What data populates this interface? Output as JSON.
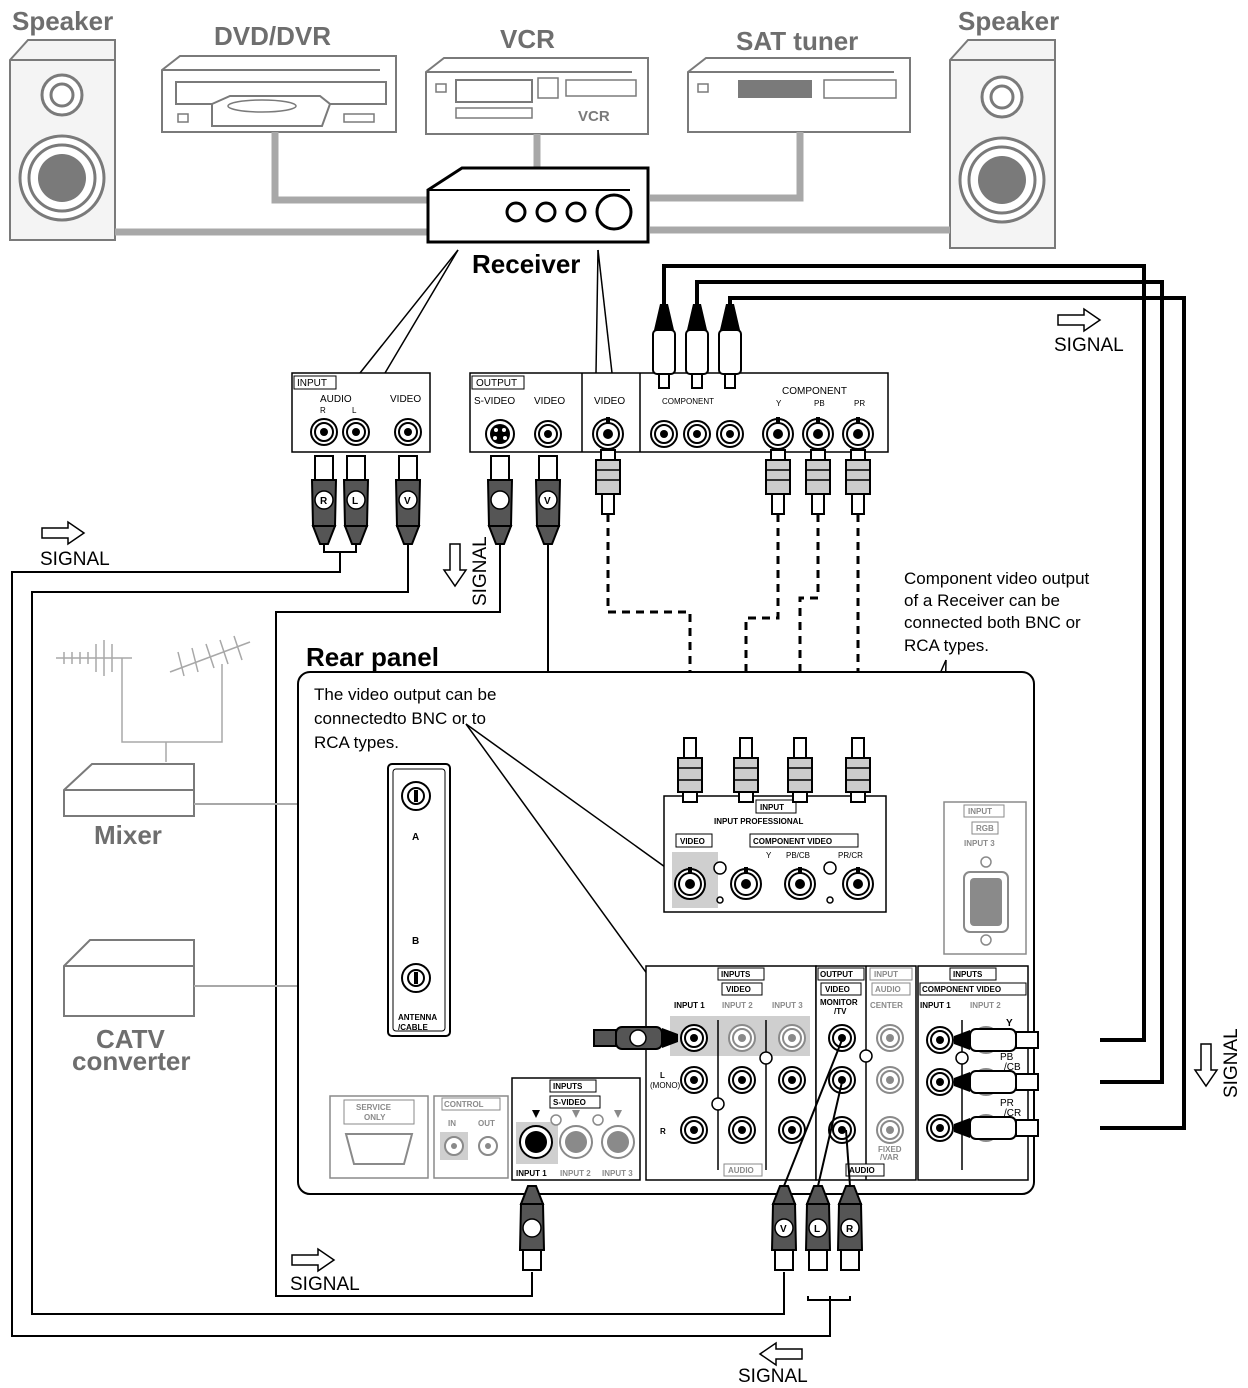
{
  "devices": {
    "speaker_left": "Speaker",
    "dvd": "DVD/DVR",
    "vcr": "VCR",
    "vcr_face": "VCR",
    "sat": "SAT tuner",
    "speaker_right": "Speaker",
    "receiver": "Receiver",
    "mixer": "Mixer",
    "catv_line1": "CATV",
    "catv_line2": "converter"
  },
  "signal": "SIGNAL",
  "rear_panel_title": "Rear panel",
  "notes": {
    "video_output": [
      "The video output can be",
      "connectedto BNC or to",
      "RCA types."
    ],
    "component_output": [
      "Component video output",
      "of a Receiver can be",
      "connected both BNC or",
      "RCA types."
    ]
  },
  "receiver_panel": {
    "input": "INPUT",
    "audio": "AUDIO",
    "r": "R",
    "l": "L",
    "video": "VIDEO",
    "output": "OUTPUT",
    "s_video": "S-VIDEO",
    "video2": "VIDEO",
    "video3": "VIDEO",
    "component_rca": "COMPONENT",
    "component_bnc": "COMPONENT",
    "y": "Y",
    "pb": "PB",
    "pr": "PR"
  },
  "plug_letters": {
    "r": "R",
    "l": "L",
    "v": "V"
  },
  "antenna": {
    "a": "A",
    "b": "B",
    "label1": "ANTENNA",
    "label2": "/CABLE"
  },
  "professional": {
    "input": "INPUT",
    "title": "INPUT PROFESSIONAL",
    "video": "VIDEO",
    "component_video": "COMPONENT VIDEO",
    "y": "Y",
    "pbcb": "PB/CB",
    "prcr": "PR/CR"
  },
  "rgb": {
    "input": "INPUT",
    "rgb": "RGB",
    "input3": "INPUT 3"
  },
  "inputs_video": {
    "inputs": "INPUTS",
    "video": "VIDEO",
    "input1": "INPUT 1",
    "input2": "INPUT 2",
    "input3": "INPUT 3",
    "l": "L",
    "mono": "(MONO)",
    "r": "R",
    "audio": "AUDIO"
  },
  "output_monitor": {
    "output": "OUTPUT",
    "video": "VIDEO",
    "monitor": "MONITOR",
    "tv": "/TV",
    "audio": "AUDIO"
  },
  "input_center": {
    "input": "INPUT",
    "audio": "AUDIO",
    "center": "CENTER",
    "fixed": "FIXED",
    "var": "/VAR"
  },
  "component_inputs": {
    "inputs": "INPUTS",
    "component_video": "COMPONENT VIDEO",
    "input1": "INPUT 1",
    "input2": "INPUT 2",
    "y": "Y",
    "pb": "PB",
    "cb": "/CB",
    "pr": "PR",
    "cr": "/CR"
  },
  "service": {
    "line1": "SERVICE",
    "line2": "ONLY"
  },
  "control": {
    "title": "CONTROL",
    "in": "IN",
    "out": "OUT"
  },
  "svideo_inputs": {
    "inputs": "INPUTS",
    "s_video": "S-VIDEO",
    "input1": "INPUT 1",
    "input2": "INPUT 2",
    "input3": "INPUT 3"
  },
  "colors": {
    "cable_gray": "#a8a8a8",
    "device_gray": "#6e6e6e",
    "highlight": "#cfcfcf"
  }
}
